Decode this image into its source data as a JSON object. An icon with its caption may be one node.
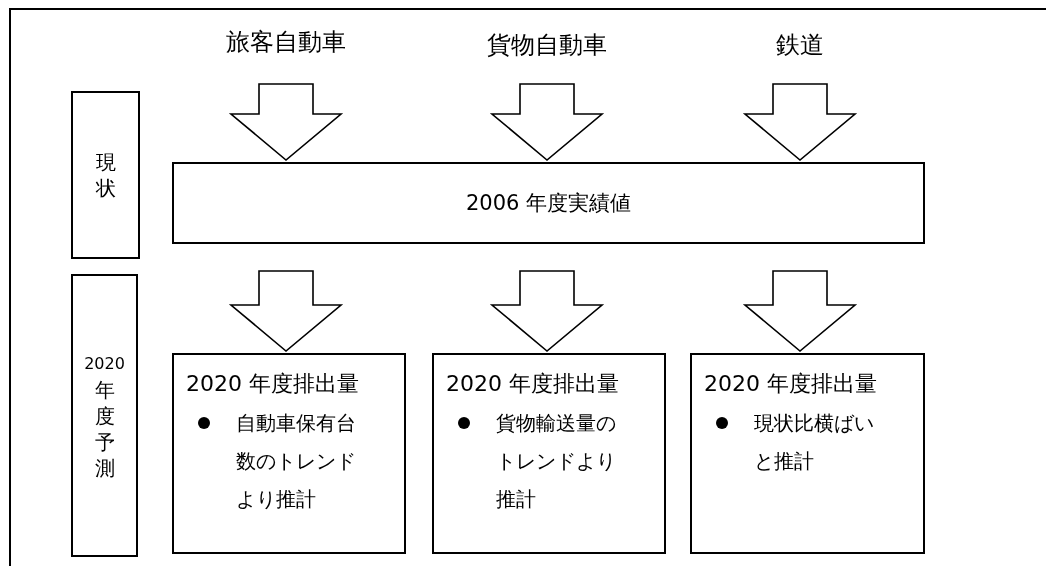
{
  "diagram": {
    "nodes": [
      {
        "text": [
          "旅客自動車"
        ]
      },
      {
        "text": [
          "貨物自動車"
        ]
      },
      {
        "text": [
          "鉄道"
        ]
      },
      {
        "text": [
          "現状"
        ]
      },
      {
        "text": [
          "2006 年度実績値"
        ]
      },
      {
        "text": [
          "2020 年度予測"
        ]
      },
      {
        "text": [
          "2020 年度排出量",
          "自動車保有台数のトレンドより推計"
        ]
      },
      {
        "text": [
          "2020 年度排出量",
          "貨物輸送量のトレンドより推計"
        ]
      },
      {
        "text": [
          "2020 年度排出量",
          "現状比横ばいと推計"
        ]
      }
    ],
    "edges": [
      {
        "from": 0,
        "to": 4,
        "arrow": "to"
      },
      {
        "from": 1,
        "to": 4,
        "arrow": "to"
      },
      {
        "from": 2,
        "to": 4,
        "arrow": "to"
      },
      {
        "from": 4,
        "to": 6,
        "arrow": "to"
      },
      {
        "from": 4,
        "to": 7,
        "arrow": "to"
      },
      {
        "from": 4,
        "to": 8,
        "arrow": "to"
      }
    ]
  }
}
